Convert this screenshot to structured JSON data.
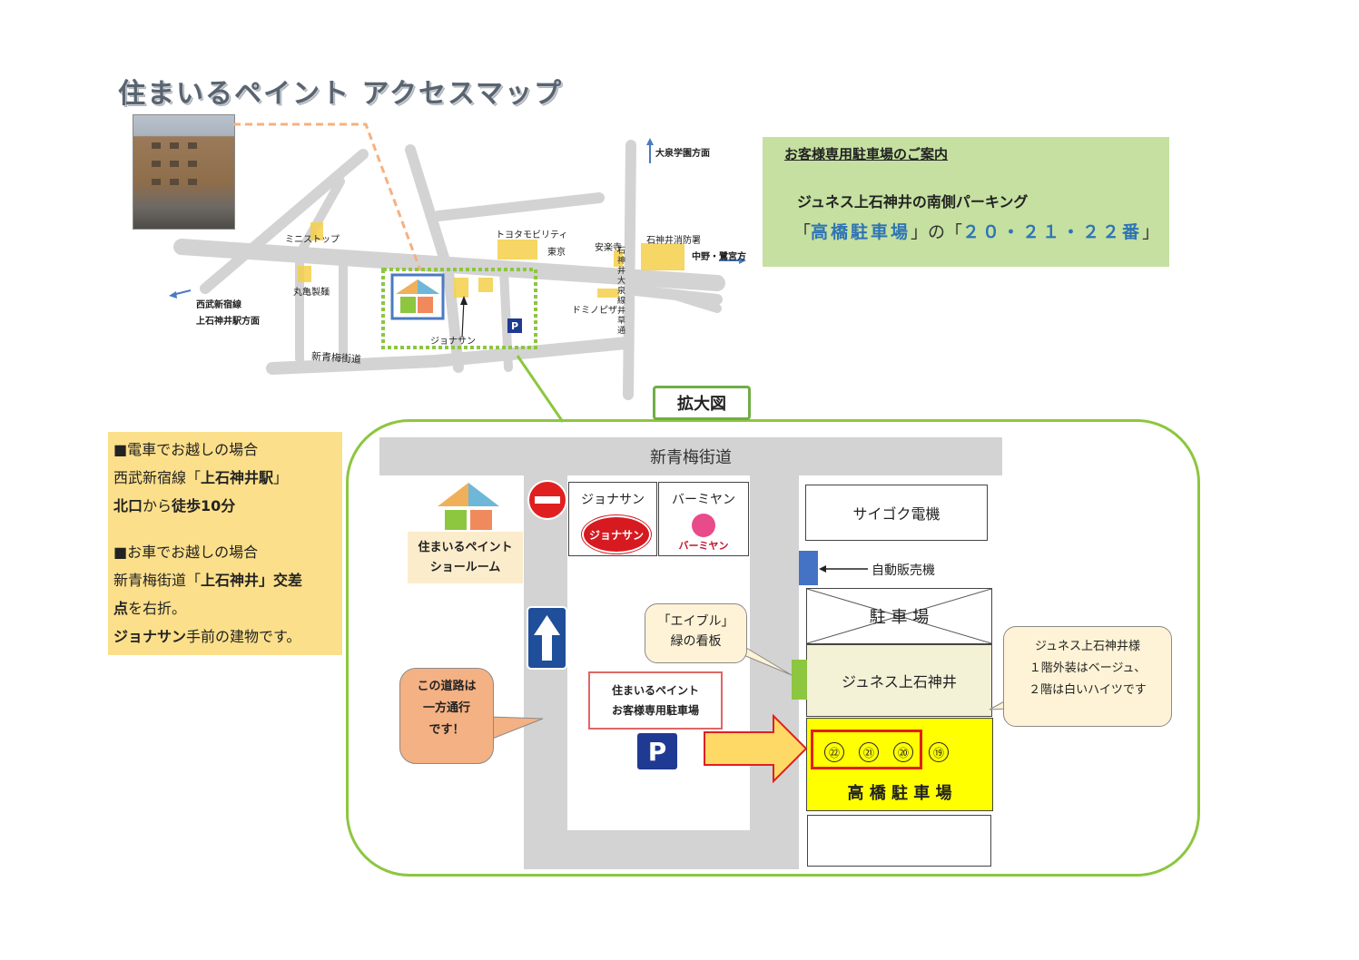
{
  "title": "住まいるペイント アクセスマップ",
  "overview_map": {
    "labels": {
      "ministop": "ミニストップ",
      "marugame": "丸亀製麺",
      "toyota": "トヨタモビリティ",
      "toyota2": "東京",
      "anrakuji": "安楽寺",
      "fire_station": "石神井消防署",
      "dominos": "ドミノピザ",
      "jonathan": "ジョナサン",
      "ome_kaido": "新青梅街道",
      "ohizumi": "大泉学園方面",
      "nakano": "中野・鷺宮方",
      "seibu1": "西武新宿線",
      "seibu2": "上石神井駅方面",
      "street_v": "石神井大泉線 井草通",
      "parking_p": "P"
    },
    "colors": {
      "road": "#d3d3d3",
      "highlight": "#8dc63f",
      "dash": "#f4b183",
      "building": "#f5d04a"
    }
  },
  "parking_info": {
    "heading": "お客様専用駐車場のご案内",
    "line1": "ジュネス上石神井の南側パーキング",
    "line2_pre": "「",
    "line2_name": "高橋駐車場",
    "line2_mid": "」の「",
    "line2_nums": "２０・２１・２２番",
    "line2_post": "」"
  },
  "access_info": {
    "train_heading": "■電車でお越しの場合",
    "train_line_pre": "西武新宿線「",
    "train_station": "上石神井駅",
    "train_line_post": "」",
    "train_exit": "北口",
    "train_from": "から",
    "train_walk": "徒歩10分",
    "car_heading": "■お車でお越しの場合",
    "car_road": "新青梅街道「",
    "car_intersection": "上石神井」交差",
    "car_point": "点",
    "car_turn": "を右折。",
    "car_landmark": "ジョナサン",
    "car_building": "手前の建物です。"
  },
  "detail_map": {
    "tag": "拡大図",
    "road": "新青梅街道",
    "showroom_line1": "住まいるペイント",
    "showroom_line2": "ショールーム",
    "jonathan": "ジョナサン",
    "jonathan_logo": "ジョナサン",
    "bamiyan": "バーミヤン",
    "bamiyan_logo": "バーミヤン",
    "saigoku": "サイゴク電機",
    "vending": "自動販売機",
    "parking_lot": "駐 車 場",
    "junesse": "ジュネス上石神井",
    "eibul_callout_line1": "「エイブル」",
    "eibul_callout_line2": "緑の看板",
    "junesse_callout_line1": "ジュネス上石神井様",
    "junesse_callout_line2": "１階外装はベージュ、",
    "junesse_callout_line3": "２階は白いハイツです",
    "oneway_line1": "この道路は",
    "oneway_line2": "一方通行",
    "oneway_line3": "です！",
    "customer_parking_line1": "住まいるペイント",
    "customer_parking_line2": "お客様専用駐車場",
    "parking_p": "P",
    "takahashi": "高 橋 駐 車 場",
    "spaces": [
      "㉒",
      "㉑",
      "⑳",
      "⑲"
    ]
  }
}
